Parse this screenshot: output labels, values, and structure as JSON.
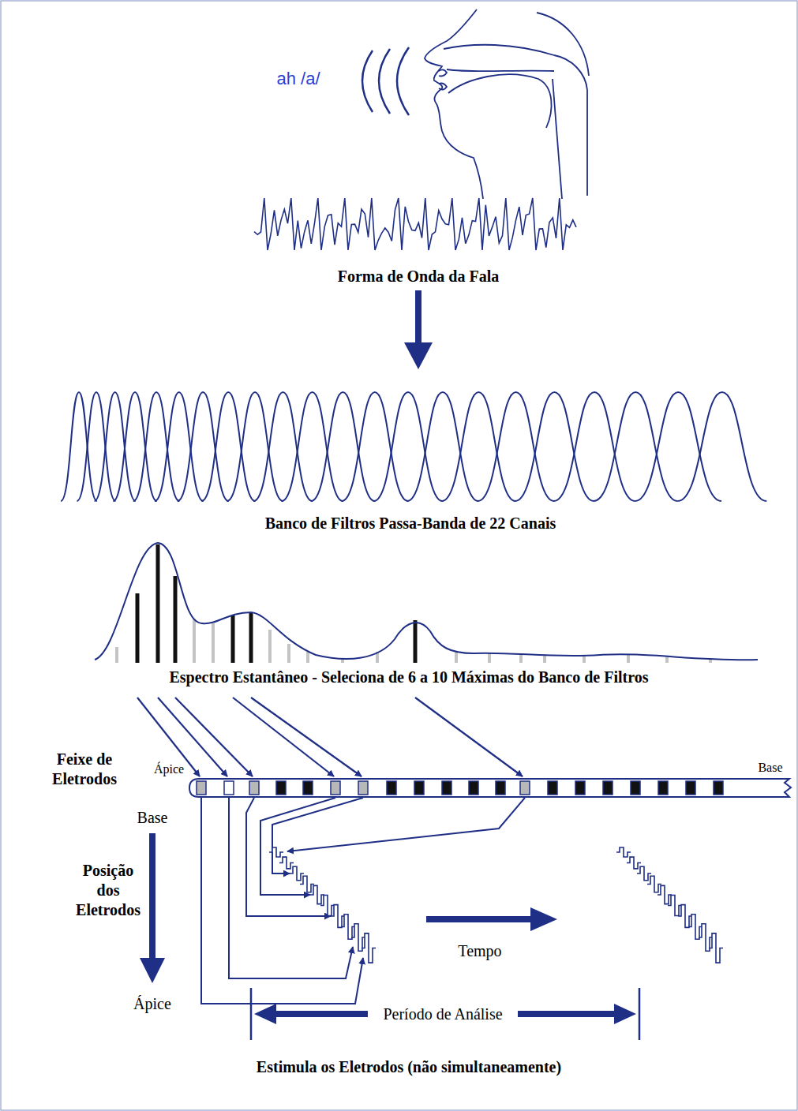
{
  "diagram": {
    "labels": [
      "ah /a/",
      "Forma de Onda da Fala",
      "Banco de Filtros Passa-Banda de 22 Canais",
      "Espectro Estantâneo - Seleciona de 6 a 10 Máximas do Banco de Filtros",
      "Feixe de Eletrodos",
      "Ápice",
      "Base",
      "Base",
      "Posição dos Eletrodos",
      "Ápice",
      "Tempo",
      "Período de Análise",
      "Estimula os Eletrodos (não simultaneamente)"
    ]
  }
}
